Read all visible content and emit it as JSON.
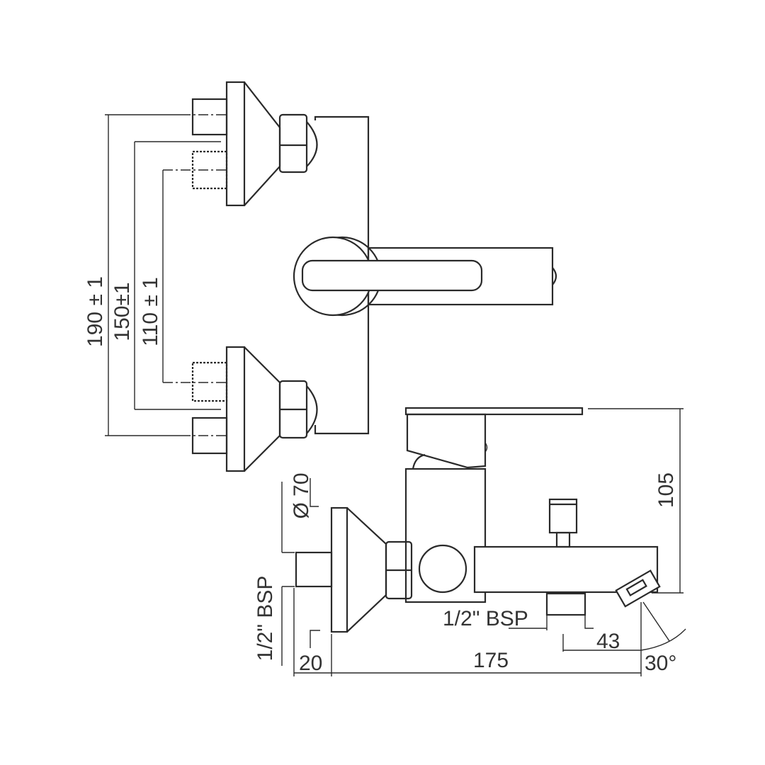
{
  "title": "Bath mixer dimension drawing",
  "dimensions": {
    "inlet_190": "190 ± 1",
    "inlet_150": "150±1",
    "inlet_110": "110 ± 1",
    "flange_diameter": "Ø 70",
    "inlet_thread": "1/2\" BSP",
    "outlet_thread": "1/2\" BSP",
    "height_105": "105",
    "outlet_offset_43": "43",
    "inlet_length_20": "20",
    "projection_175": "175",
    "spout_angle": "30°"
  }
}
